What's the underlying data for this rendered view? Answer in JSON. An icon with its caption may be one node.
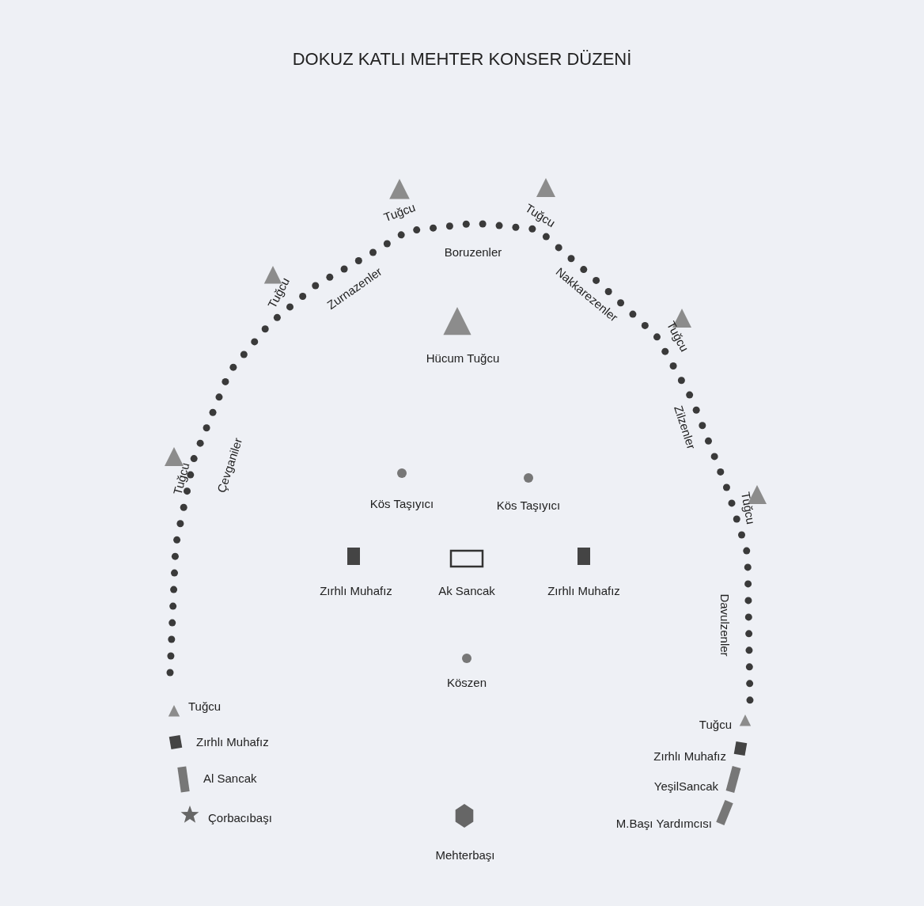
{
  "diagram": {
    "title": "DOKUZ KATLI MEHTER KONSER DÜZENİ",
    "labels": [
      "Tuğcu",
      "Tuğcu",
      "Boruzenler",
      "Tuğcu",
      "Zurnazenler",
      "Nakkarezenler",
      "Tuğcu",
      "Hücum Tuğcu",
      "Çevganiler",
      "Tuğcu",
      "Zilzenler",
      "Tuğcu",
      "Kös Taşıyıcı",
      "Kös Taşıyıcı",
      "Zırhlı Muhafız",
      "Ak Sancak",
      "Zırhlı Muhafız",
      "Davulzenler",
      "Köszen",
      "Tuğcu",
      "Tuğcu",
      "Zırhlı Muhafız",
      "Zırhlı Muhafız",
      "Al Sancak",
      "YeşilSancak",
      "Çorbacıbaşı",
      "M.Başı Yardımcısı",
      "Mehterbaşı"
    ]
  }
}
